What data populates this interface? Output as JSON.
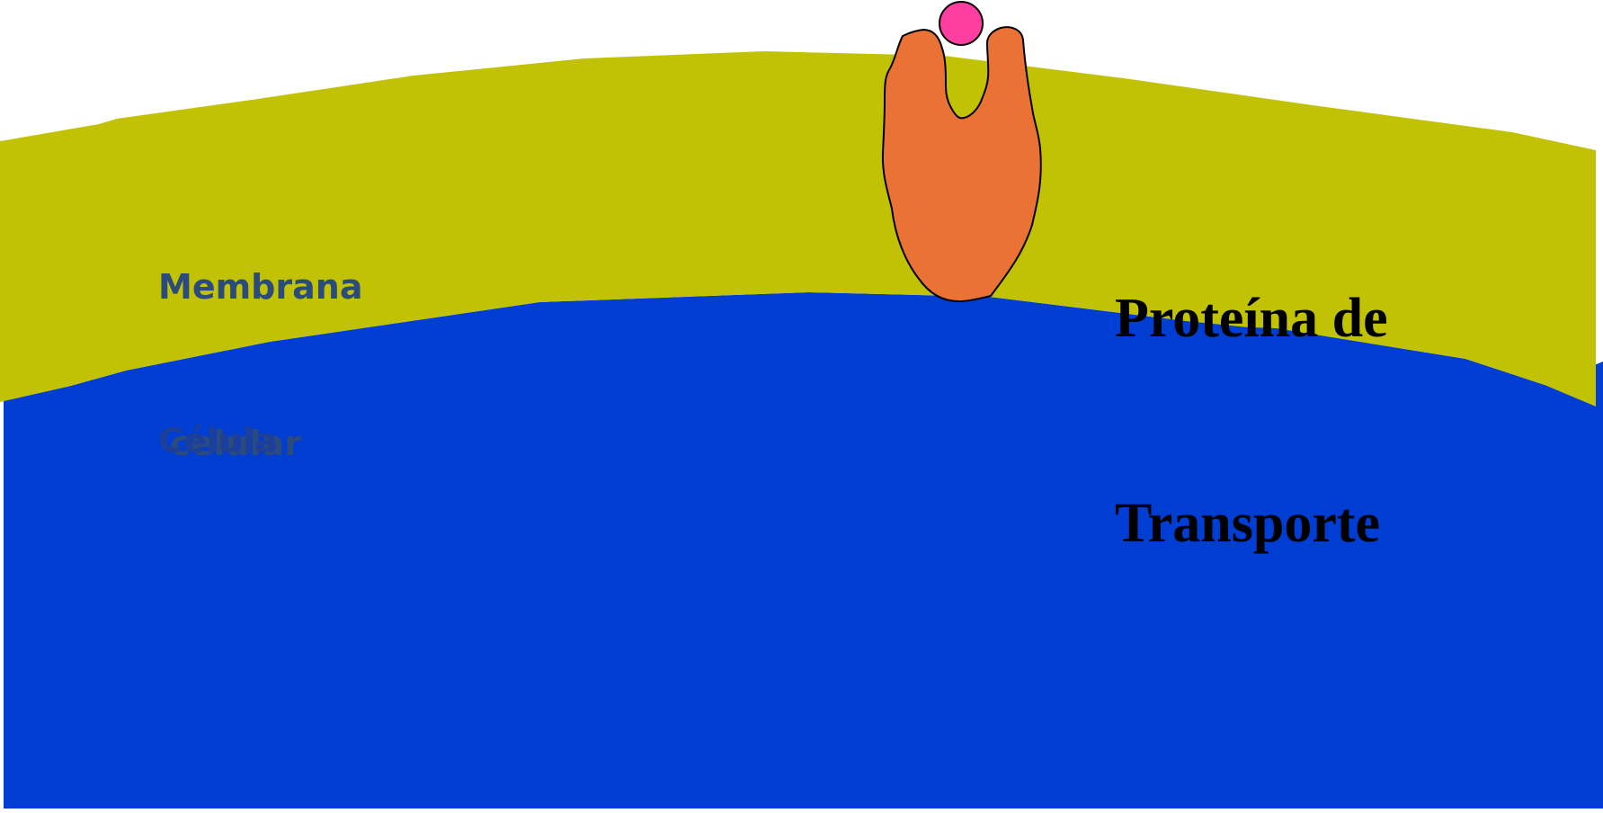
{
  "diagram": {
    "labels": {
      "membrane_line1": "Membrana",
      "membrane_line2": " celular",
      "cell": "Célula",
      "protein_line1": "Proteína de",
      "protein_line2": "Transporte"
    },
    "colors": {
      "background": "#ffffff",
      "membrane": "#c2c204",
      "cell": "#003dd3",
      "protein": "#ea7235",
      "molecule": "#ff3ea1",
      "outline": "#000000",
      "membrane_label": "#2a4b7c",
      "cell_label": "#1d3f9a",
      "protein_label": "#000000"
    },
    "parts": [
      "cell-membrane",
      "cell",
      "transport-protein",
      "transported-molecule"
    ]
  }
}
